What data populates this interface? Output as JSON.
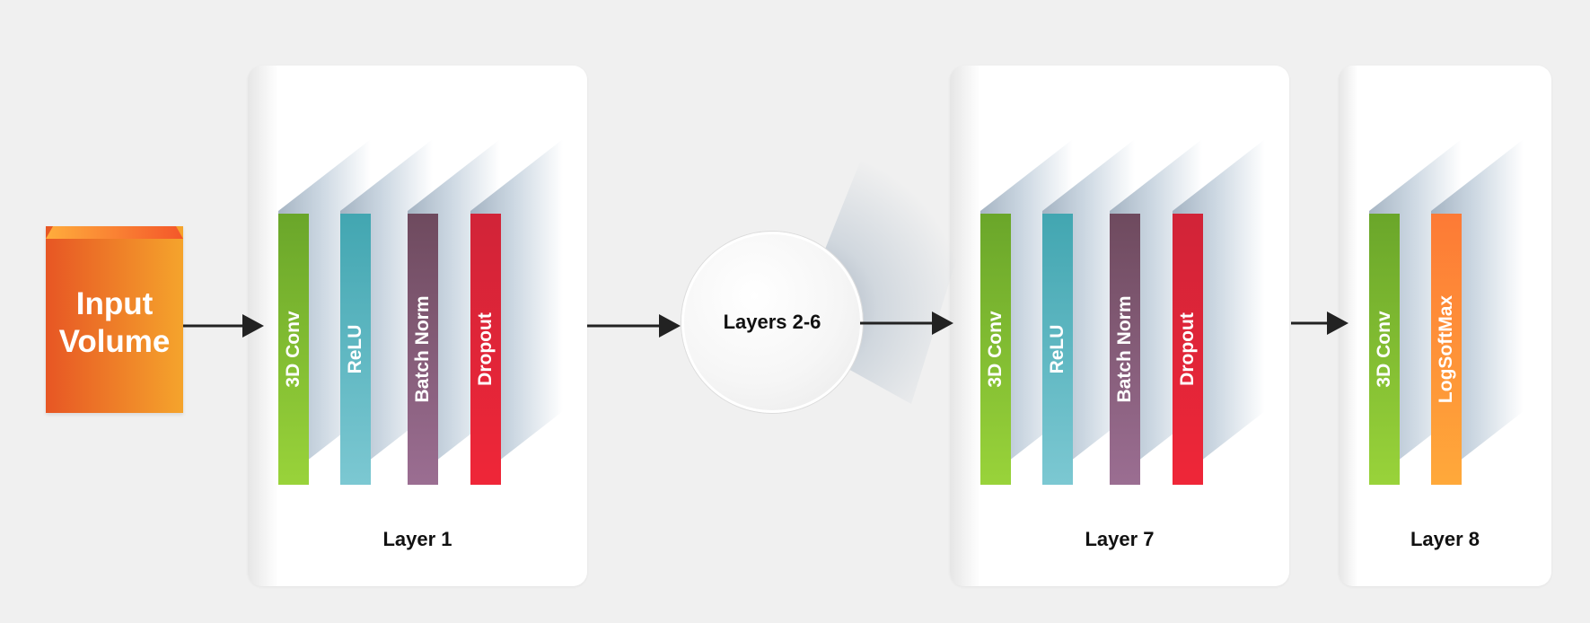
{
  "input": {
    "label_line1": "Input",
    "label_line2": "Volume"
  },
  "center": {
    "label": "Layers 2-6"
  },
  "panels": [
    {
      "label": "Layer 1",
      "blocks": [
        {
          "label": "3D Conv",
          "color_top": "#6aa62a",
          "color_bottom": "#99d33a"
        },
        {
          "label": "ReLU",
          "color_top": "#42a6b1",
          "color_bottom": "#7cc8d2"
        },
        {
          "label": "Batch Norm",
          "color_top": "#6e4a5e",
          "color_bottom": "#9b6e92"
        },
        {
          "label": "Dropout",
          "color_top": "#d12438",
          "color_bottom": "#ef2638"
        }
      ]
    },
    {
      "label": "Layer 7",
      "blocks": [
        {
          "label": "3D Conv",
          "color_top": "#6aa62a",
          "color_bottom": "#99d33a"
        },
        {
          "label": "ReLU",
          "color_top": "#42a6b1",
          "color_bottom": "#7cc8d2"
        },
        {
          "label": "Batch Norm",
          "color_top": "#6e4a5e",
          "color_bottom": "#9b6e92"
        },
        {
          "label": "Dropout",
          "color_top": "#d12438",
          "color_bottom": "#ef2638"
        }
      ]
    },
    {
      "label": "Layer 8",
      "blocks": [
        {
          "label": "3D Conv",
          "color_top": "#6aa62a",
          "color_bottom": "#99d33a"
        },
        {
          "label": "LogSoftMax",
          "color_top": "#fd7a36",
          "color_bottom": "#ffa93a"
        }
      ]
    }
  ],
  "colors": {
    "arrow": "#222222",
    "background": "#f0f0f0"
  }
}
